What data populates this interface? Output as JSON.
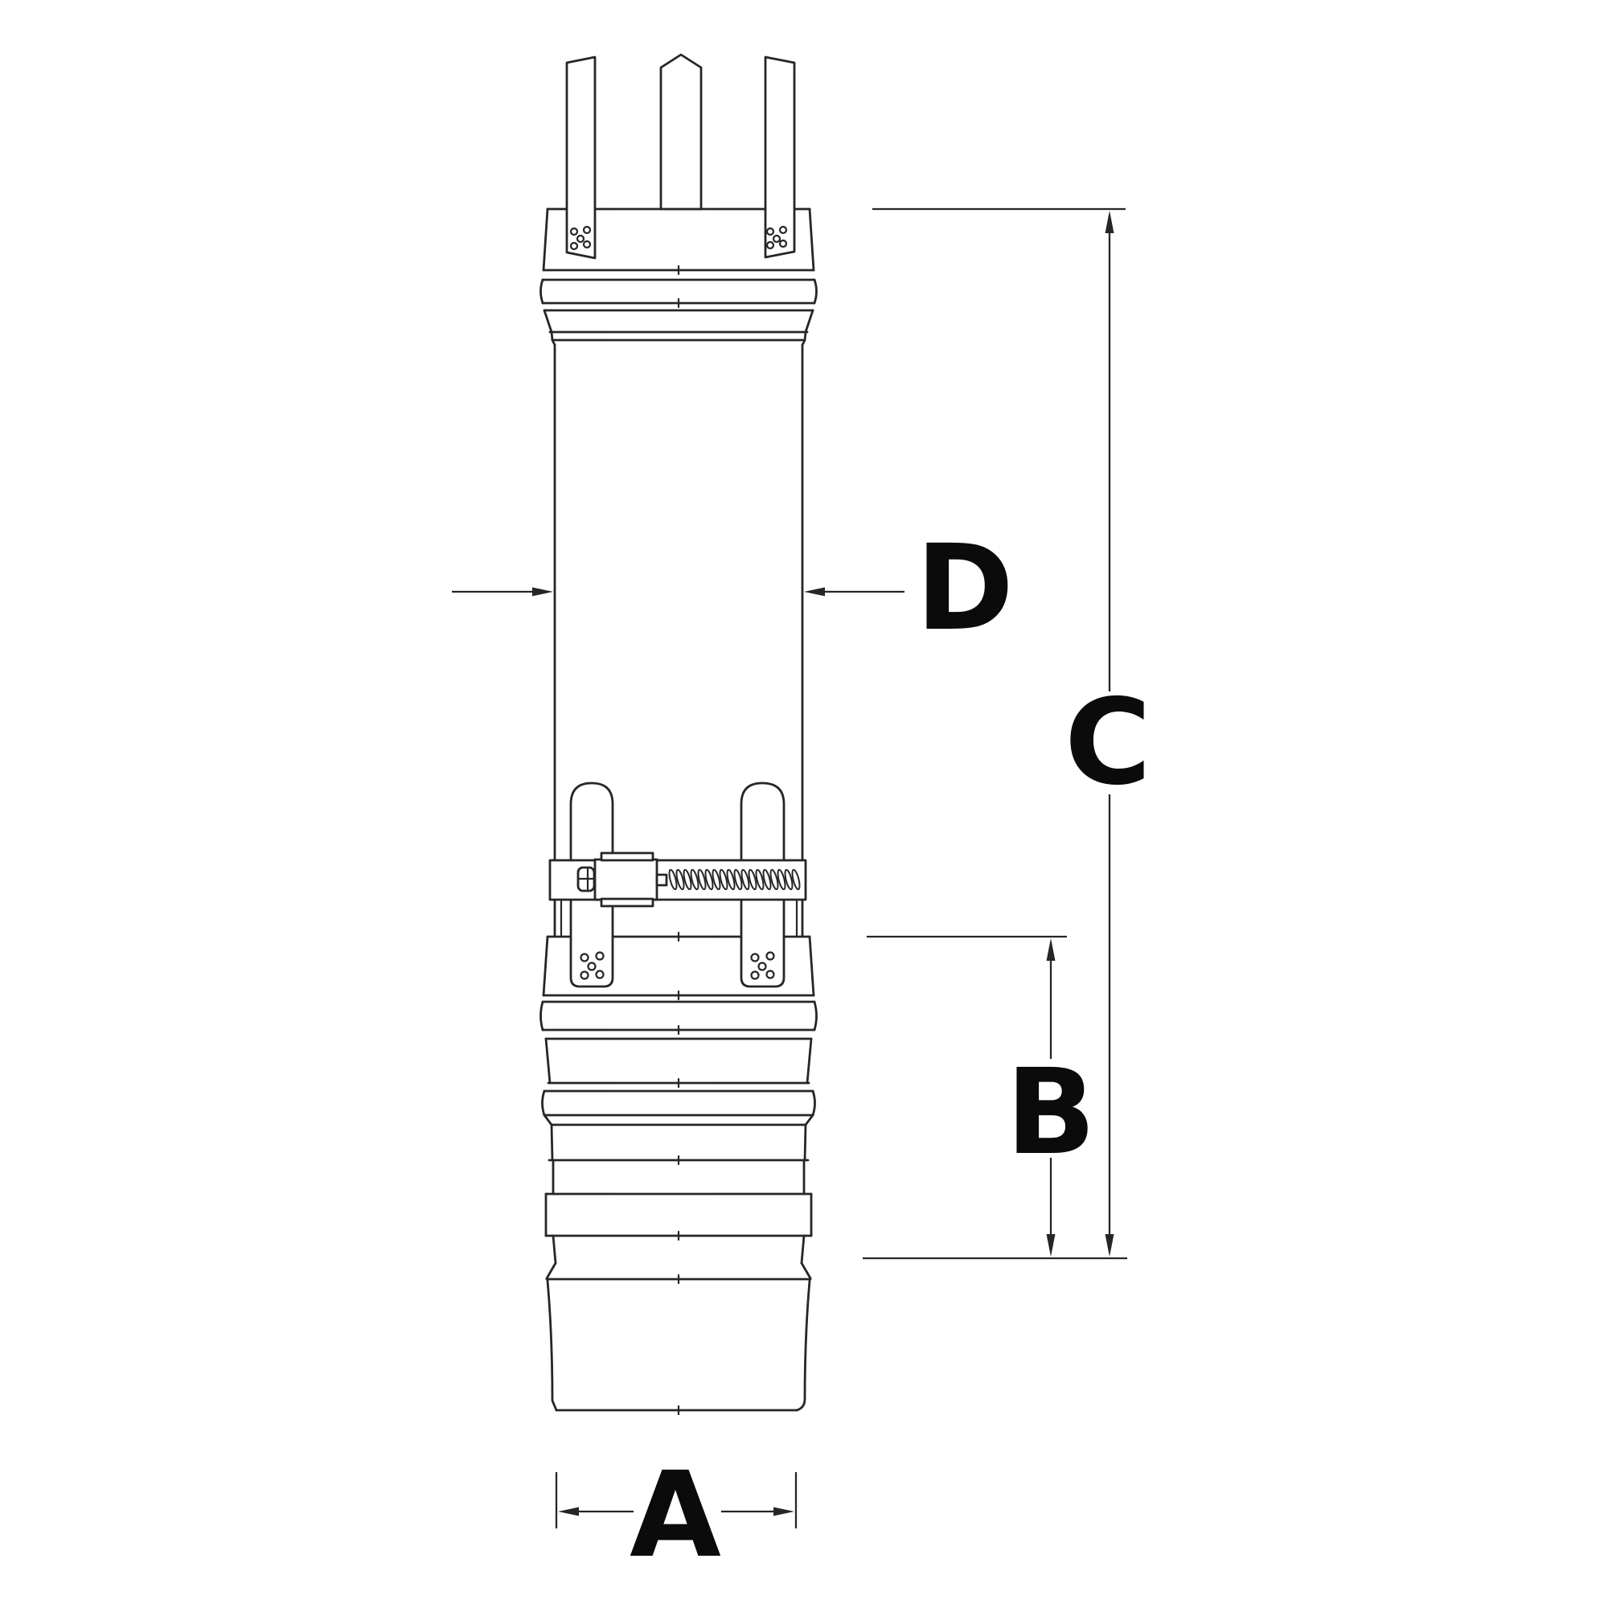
{
  "labels": {
    "a": "A",
    "b": "B",
    "c": "C",
    "d": "D"
  },
  "colors": {
    "line": "#262626",
    "label": "#0b0b0b",
    "background": "#ffffff"
  }
}
